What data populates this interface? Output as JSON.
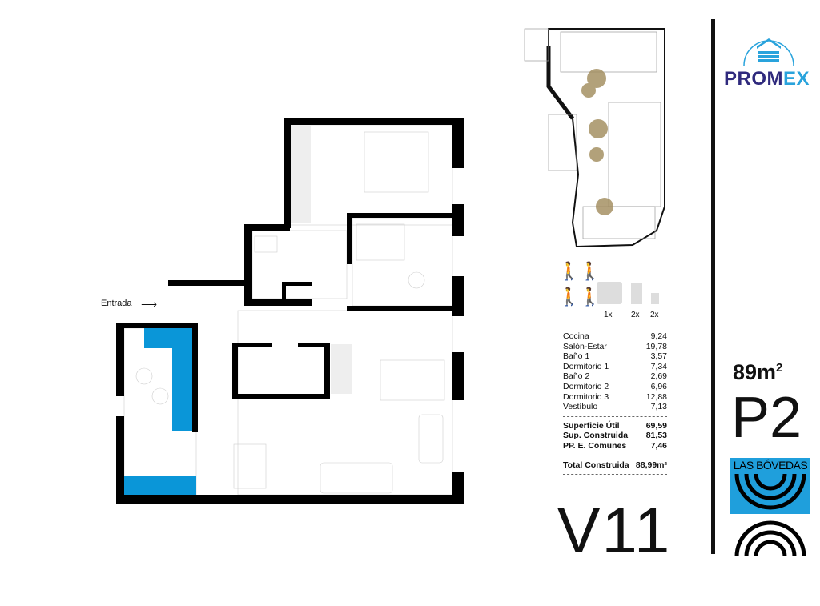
{
  "plan": {
    "entrance_label": "Entrada",
    "kitchen_color": "#0a96d8"
  },
  "people_icons": [
    "person-icon",
    "person-icon",
    "person-icon",
    "person-icon"
  ],
  "furniture_counts": [
    {
      "item": "double-bed-icon",
      "count": "1x"
    },
    {
      "item": "single-bed-icon",
      "count": "2x"
    },
    {
      "item": "crib-icon",
      "count": "2x"
    }
  ],
  "rooms": [
    {
      "name": "Cocina",
      "area": "9,24"
    },
    {
      "name": "Salón-Estar",
      "area": "19,78"
    },
    {
      "name": "Baño 1",
      "area": "3,57"
    },
    {
      "name": "Dormitorio 1",
      "area": "7,34"
    },
    {
      "name": "Baño 2",
      "area": "2,69"
    },
    {
      "name": "Dormitorio 2",
      "area": "6,96"
    },
    {
      "name": "Dormitorio 3",
      "area": "12,88"
    },
    {
      "name": "Vestíbulo",
      "area": "7,13"
    }
  ],
  "totals": [
    {
      "name": "Superficie Útil",
      "area": "69,59"
    },
    {
      "name": "Sup. Construida",
      "area": "81,53"
    },
    {
      "name": "PP. E. Comunes",
      "area": "7,46"
    }
  ],
  "total_built": {
    "name": "Total Construida",
    "area": "88,99m²"
  },
  "unit_code": "V11",
  "unit_area": {
    "value": "89m",
    "unit": "2"
  },
  "floor": "P2",
  "brand": {
    "name_a": "PROM",
    "name_b": "EX",
    "navy": "#2f2a7d",
    "blue": "#29a3dc"
  },
  "development": {
    "name": "LAS BÓVEDAS",
    "color": "#1f9fdc"
  }
}
